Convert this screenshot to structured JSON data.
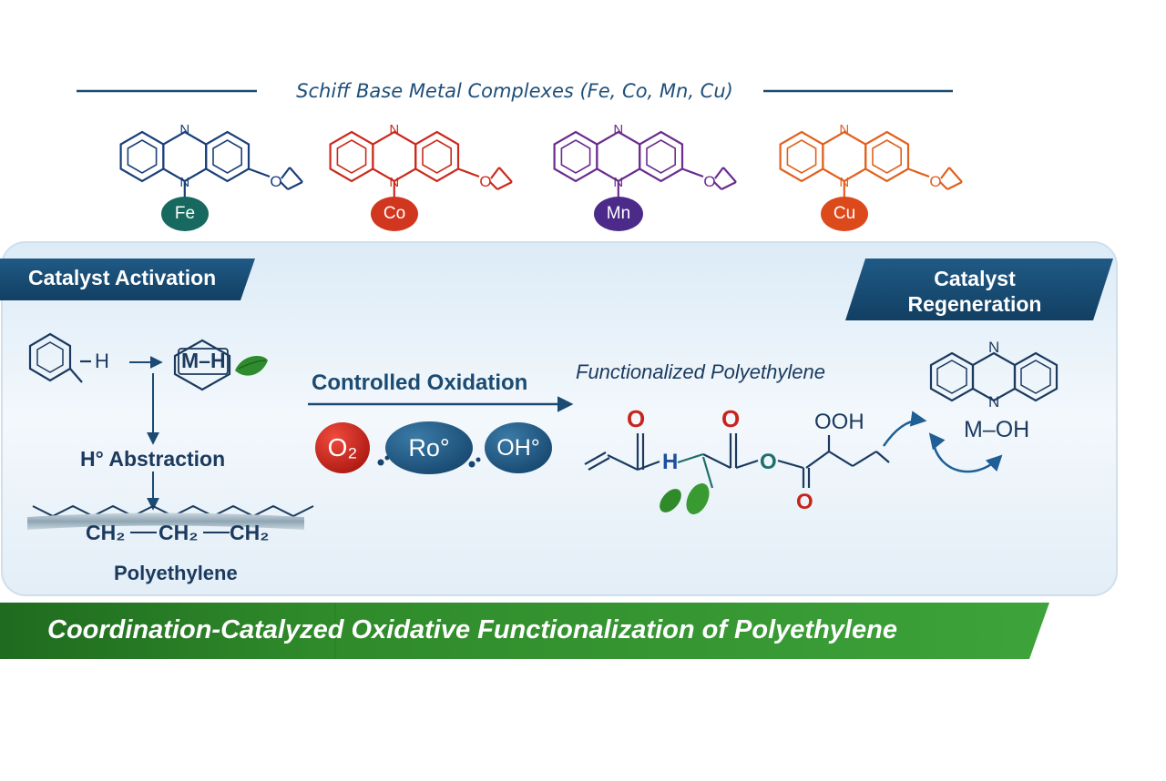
{
  "header": {
    "title": "Schiff Base Metal Complexes (Fe, Co, Mn, Cu)"
  },
  "complexes": [
    {
      "metal": "Fe",
      "color": "#1a3f7a",
      "badge_color": "#17695f"
    },
    {
      "metal": "Co",
      "color": "#cc2a1d",
      "badge_color": "#d1361f"
    },
    {
      "metal": "Mn",
      "color": "#6a2c8e",
      "badge_color": "#4b2a8a"
    },
    {
      "metal": "Cu",
      "color": "#e2601d",
      "badge_color": "#dc4a1c"
    }
  ],
  "tags": {
    "activation": "Catalyst Activation",
    "regeneration_line1": "Catalyst",
    "regeneration_line2": "Regeneration"
  },
  "activation": {
    "h_label": "H",
    "mh_label": "M–H",
    "abstraction": "H° Abstraction",
    "chain_labels": [
      "CH₂",
      "CH₂",
      "CH₂"
    ],
    "polyethylene": "Polyethylene"
  },
  "oxidation": {
    "label": "Controlled Oxidation",
    "species": [
      "O₂",
      "Ro°",
      "OH°"
    ]
  },
  "functionalized": {
    "title": "Functionalized Polyethylene",
    "atoms": [
      "O",
      "O",
      "OOH",
      "H",
      "O",
      "O"
    ]
  },
  "regeneration": {
    "n_label": "N",
    "moh": "M–OH"
  },
  "footer": {
    "title": "Coordination-Catalyzed Oxidative Functionalization of Polyethylene"
  },
  "colors": {
    "navy": "#1b4a72",
    "green": "#2f8a2a",
    "red": "#c8241c",
    "teal": "#1f6f6a"
  }
}
